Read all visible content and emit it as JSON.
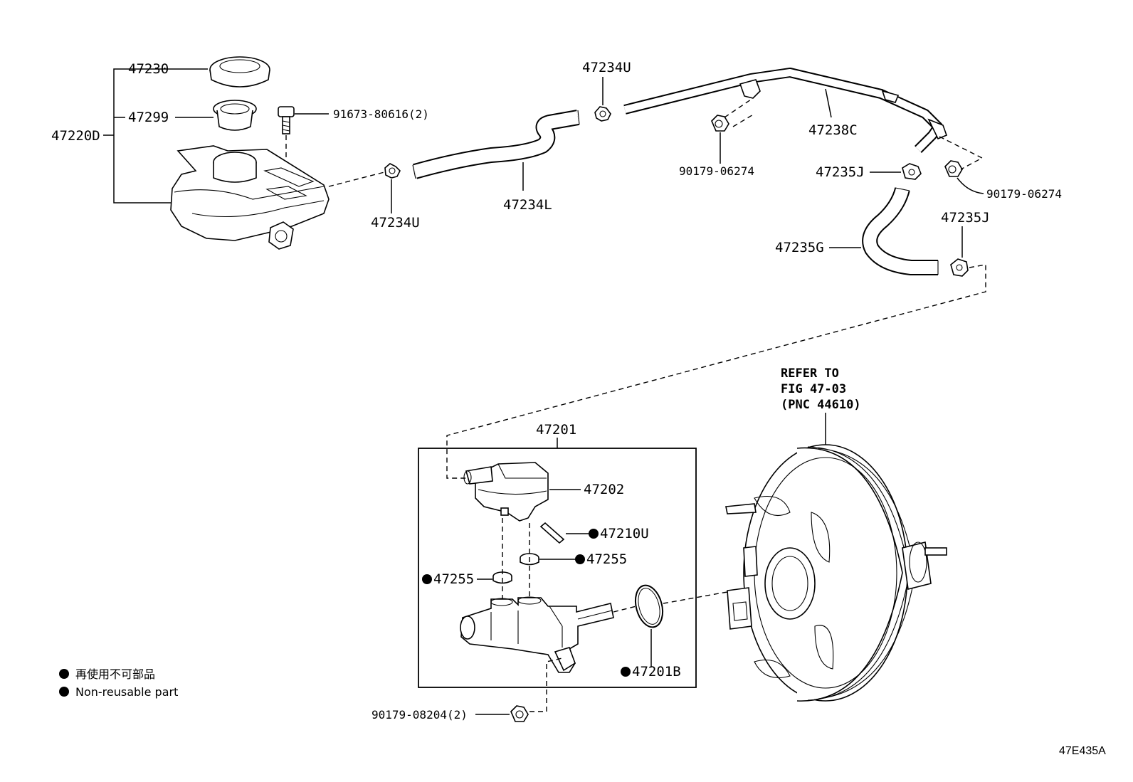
{
  "labels": {
    "p47230": "47230",
    "p47299": "47299",
    "p47220D": "47220D",
    "p91673": "91673-80616(2)",
    "p47234U_top": "47234U",
    "p47234U_left": "47234U",
    "p47234L": "47234L",
    "p47238C": "47238C",
    "p90179_06274_a": "90179-06274",
    "p90179_06274_b": "90179-06274",
    "p47235J_a": "47235J",
    "p47235J_b": "47235J",
    "p47235G": "47235G",
    "p47201": "47201",
    "p47202": "47202",
    "p47210U": "47210U",
    "p47255_right": "47255",
    "p47255_left": "47255",
    "p47201B": "47201B",
    "p90179_08204": "90179-08204(2)"
  },
  "reference": {
    "line1": "REFER TO",
    "line2": "FIG 47-03",
    "line3": "(PNC 44610)"
  },
  "legend": {
    "jp": "再使用不可部品",
    "en": "Non-reusable part"
  },
  "figure_code": "47E435A"
}
